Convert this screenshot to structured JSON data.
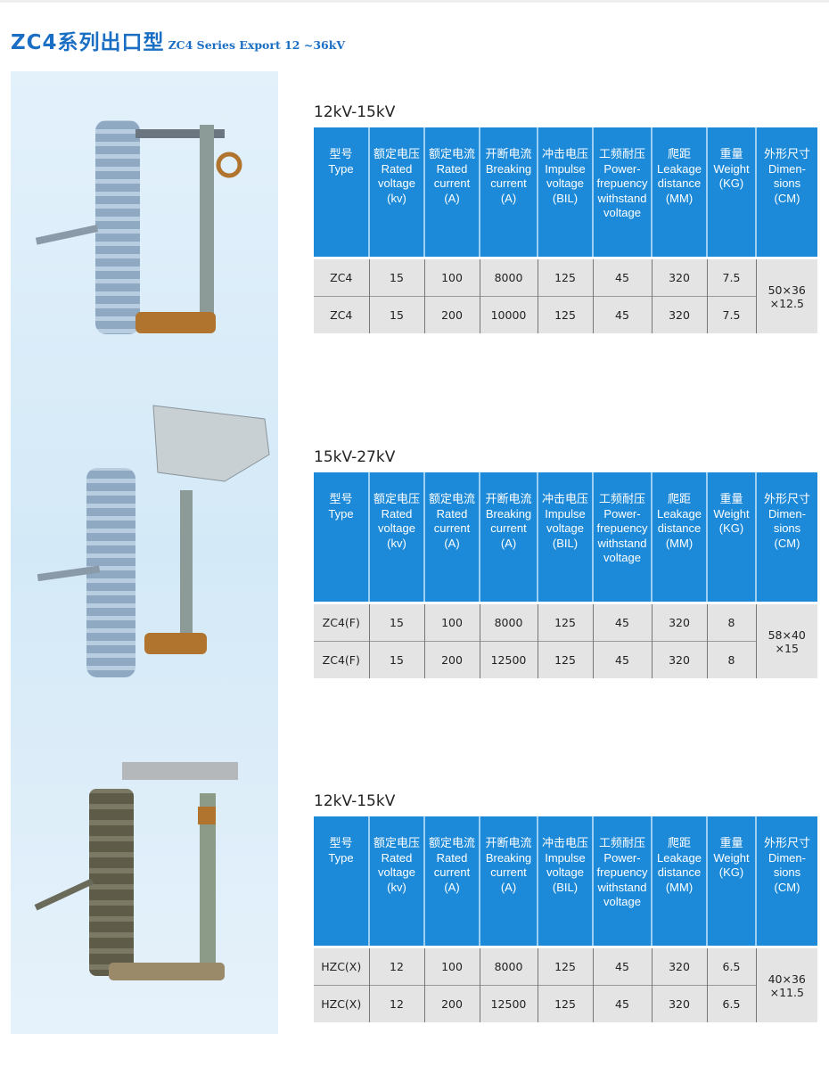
{
  "title": {
    "cn": "ZC4系列出口型",
    "en": "ZC4 Series Export 12 ~36kV"
  },
  "headers": [
    [
      "型号",
      "Type"
    ],
    [
      "额定电压",
      "Rated",
      "voltage",
      "(kv)"
    ],
    [
      "额定电流",
      "Rated",
      "current",
      "(A)"
    ],
    [
      "开断电流",
      "Breaking",
      "current",
      "(A)"
    ],
    [
      "冲击电压",
      "Impulse",
      "voltage",
      "(BIL)"
    ],
    [
      "工频耐压",
      "Power-",
      "frepuency",
      "withstand",
      "voltage"
    ],
    [
      "爬距",
      "Leakage",
      "distance",
      "(MM)"
    ],
    [
      "重量",
      "Weight",
      "(KG)"
    ],
    [
      "外形尺寸",
      "Dimen-",
      "sions",
      "(CM)"
    ]
  ],
  "sections": [
    {
      "title": "12kV-15kV",
      "rows": [
        [
          "ZC4",
          "15",
          "100",
          "8000",
          "125",
          "45",
          "320",
          "7.5"
        ],
        [
          "ZC4",
          "15",
          "200",
          "10000",
          "125",
          "45",
          "320",
          "7.5"
        ]
      ],
      "dimensions": [
        "50×36",
        "×12.5"
      ]
    },
    {
      "title": "15kV-27kV",
      "rows": [
        [
          "ZC4(F)",
          "15",
          "100",
          "8000",
          "125",
          "45",
          "320",
          "8"
        ],
        [
          "ZC4(F)",
          "15",
          "200",
          "12500",
          "125",
          "45",
          "320",
          "8"
        ]
      ],
      "dimensions": [
        "58×40",
        "×15"
      ]
    },
    {
      "title": "12kV-15kV",
      "rows": [
        [
          "HZC(X)",
          "12",
          "100",
          "8000",
          "125",
          "45",
          "320",
          "6.5"
        ],
        [
          "HZC(X)",
          "12",
          "200",
          "12500",
          "125",
          "45",
          "320",
          "6.5"
        ]
      ],
      "dimensions": [
        "40×36",
        "×11.5"
      ]
    }
  ]
}
